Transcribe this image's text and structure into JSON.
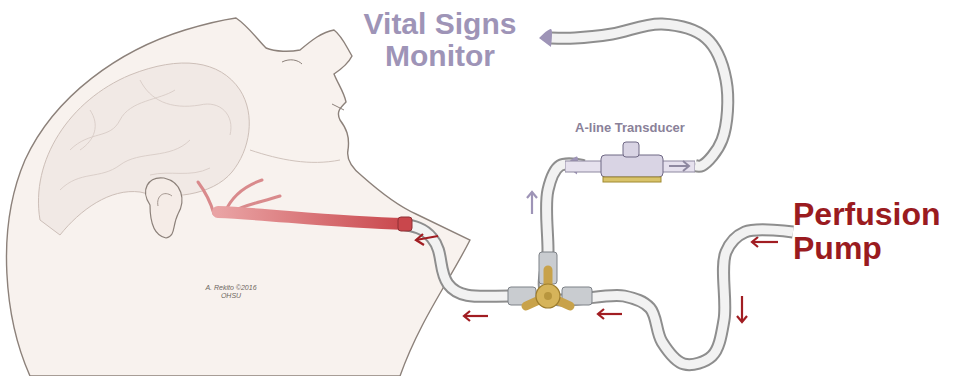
{
  "diagram": {
    "nodes": [
      {
        "text": [
          "Vital Signs Monitor"
        ]
      },
      {
        "text": [
          "A-line Transducer"
        ]
      },
      {
        "text": [
          "Perfusion Pump"
        ]
      }
    ],
    "edges": [
      {
        "from": 2,
        "to": 1,
        "arrow": "to"
      },
      {
        "from": 1,
        "to": 0,
        "arrow": "to"
      }
    ],
    "labels": [
      "A. Rekito ©2016 OHSU"
    ]
  }
}
